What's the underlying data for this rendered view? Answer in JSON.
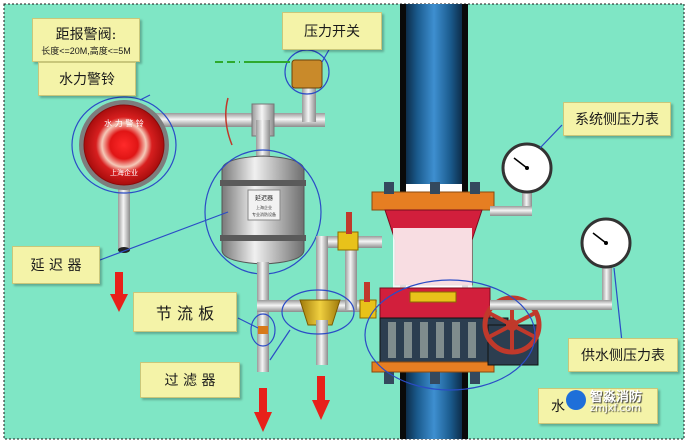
{
  "labels": {
    "distance_title": "距报警阀:",
    "distance_detail": "长度<=20M,高度<=5M",
    "water_alarm_bell": "水力警铃",
    "pressure_switch": "压力开关",
    "system_pressure_gauge": "系统侧压力表",
    "delay_device": "延 迟 器",
    "throttle_plate": "节 流 板",
    "filter": "过 滤 器",
    "supply_pressure_gauge": "供水侧压力表",
    "partial_label": "水"
  },
  "bell_text": {
    "top": "水 力 警 铃",
    "bottom": "上海企业"
  },
  "delay_tank_text": {
    "title": "延迟器",
    "line1": "上海企业",
    "line2": "专业消防设备"
  },
  "watermark": {
    "brand": "智淼消防",
    "url": "zmjxf.com"
  },
  "colors": {
    "background": "#7fe6c5",
    "label_fill": "#f4f3a8",
    "pipe": "#d9d9d9",
    "valve_body": "#d21f3c",
    "flange": "#e67e22",
    "arrow": "#e8201a"
  }
}
